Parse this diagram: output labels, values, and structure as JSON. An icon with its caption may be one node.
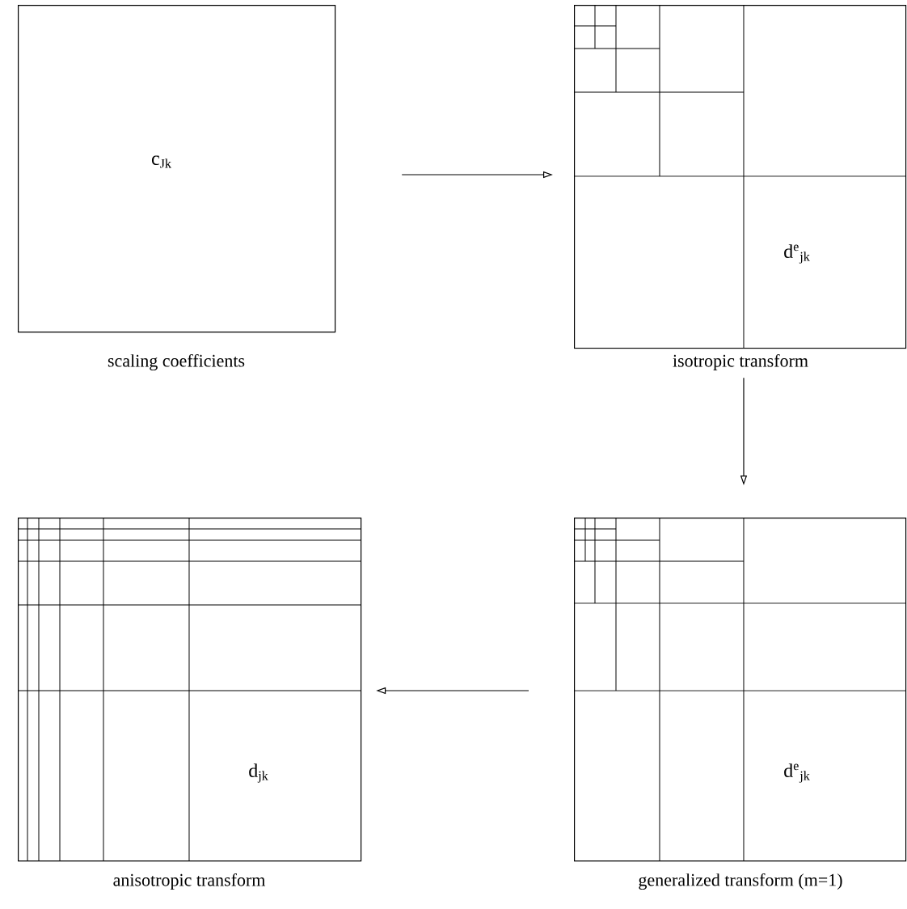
{
  "diagram": {
    "nodes": [
      {
        "text": [
          "c$_{Jk}$"
        ],
        "beside": [
          "scaling coefficients"
        ]
      },
      {
        "text": [
          "d$^{e}$$_{jk}$"
        ],
        "beside": [
          "isotropic transform"
        ]
      },
      {
        "text": [
          "d$_{jk}$"
        ],
        "beside": [
          "anisotropic transform"
        ]
      },
      {
        "text": [
          "d$^{e}$$_{jk}$"
        ],
        "beside": [
          "generalized transform (m=1)"
        ]
      }
    ],
    "edges": [
      {
        "from": 0,
        "to": 1,
        "arrow": "to"
      },
      {
        "from": 1,
        "to": 3,
        "arrow": "to"
      },
      {
        "from": 3,
        "to": 2,
        "arrow": "to"
      }
    ]
  }
}
